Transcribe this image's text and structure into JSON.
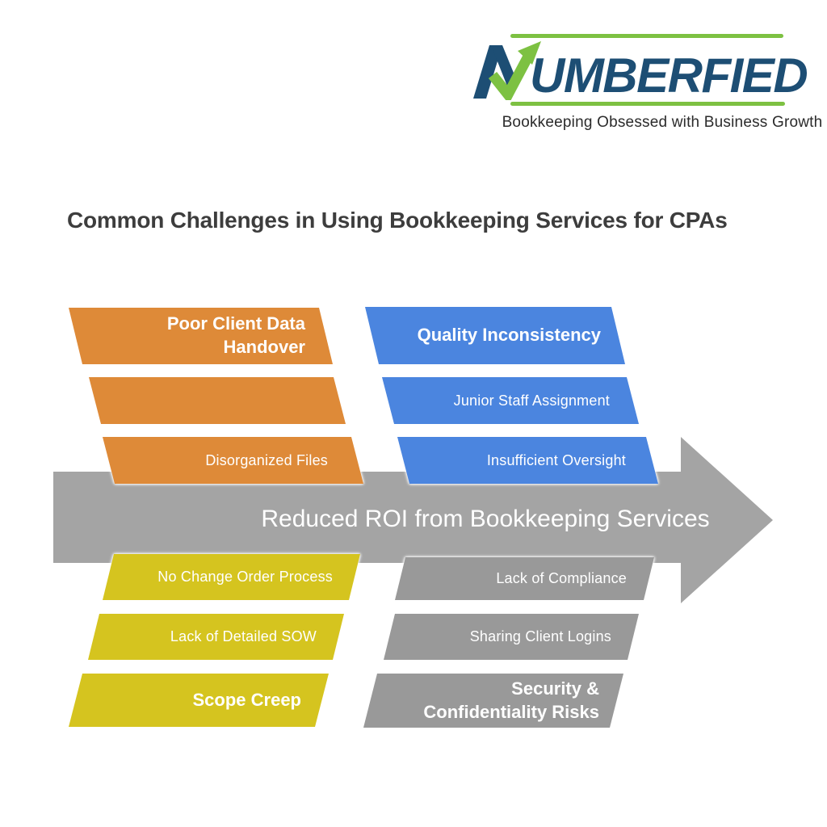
{
  "logo": {
    "brand_n": "N",
    "brand_rest": "UMBERFIED",
    "tagline": "Bookkeeping Obsessed with Business Growth",
    "colors": {
      "navy": "#1d4e74",
      "green": "#7dc142"
    }
  },
  "title": "Common Challenges in Using Bookkeeping Services for CPAs",
  "arrow": {
    "label": "Reduced ROI from Bookkeeping Services",
    "color": "#a4a4a4"
  },
  "groups": {
    "top_left": {
      "color": "#de8a38",
      "items": [
        {
          "label": "Poor Client Data\nHandover",
          "emphasis": true
        },
        {
          "label": "",
          "emphasis": false
        },
        {
          "label": "Disorganized Files",
          "emphasis": false
        }
      ]
    },
    "top_right": {
      "color": "#4b85df",
      "items": [
        {
          "label": "Quality Inconsistency",
          "emphasis": true
        },
        {
          "label": "Junior Staff Assignment",
          "emphasis": false
        },
        {
          "label": "Insufficient Oversight",
          "emphasis": false
        }
      ]
    },
    "bottom_left": {
      "color": "#d5c41f",
      "items": [
        {
          "label": "No Change Order Process",
          "emphasis": false
        },
        {
          "label": "Lack of Detailed SOW",
          "emphasis": false
        },
        {
          "label": "Scope Creep",
          "emphasis": true
        }
      ]
    },
    "bottom_right": {
      "color": "#999999",
      "items": [
        {
          "label": "Lack of Compliance",
          "emphasis": false
        },
        {
          "label": "Sharing Client Logins",
          "emphasis": false
        },
        {
          "label": "Security &\nConfidentiality Risks",
          "emphasis": true
        }
      ]
    }
  }
}
